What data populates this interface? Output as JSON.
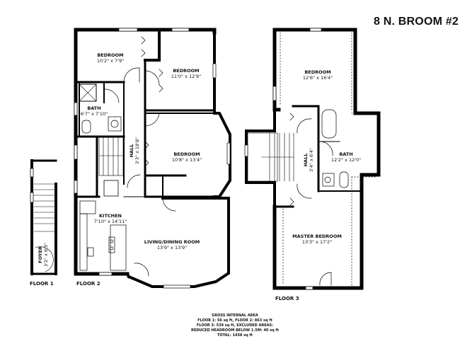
{
  "header": {
    "title": "8 N. BROOM #2"
  },
  "floors": [
    {
      "label": "FLOOR 1",
      "rooms": [
        {
          "name": "FOYER",
          "dimensions": "3'2\" x 6'3\""
        }
      ]
    },
    {
      "label": "FLOOR 2",
      "rooms": [
        {
          "name": "BEDROOM",
          "dimensions": "10'2\" x 7'9\""
        },
        {
          "name": "BEDROOM",
          "dimensions": "11'0\" x 12'9\""
        },
        {
          "name": "BATH",
          "dimensions": "6'7\" x 7'10\""
        },
        {
          "name": "HALL",
          "dimensions": "3'3\" x 18'8\""
        },
        {
          "name": "BEDROOM",
          "dimensions": "10'8\" x 13'4\""
        },
        {
          "name": "KITCHEN",
          "dimensions": "7'10\" x 14'11\""
        },
        {
          "name": "LIVING/DINING ROOM",
          "dimensions": "13'9\" x 13'9\""
        }
      ]
    },
    {
      "label": "FLOOR 3",
      "rooms": [
        {
          "name": "BEDROOM",
          "dimensions": "12'6\" x 16'4\""
        },
        {
          "name": "HALL",
          "dimensions": "3'4\" x 6'4\""
        },
        {
          "name": "BATH",
          "dimensions": "12'2\" x 12'0\""
        },
        {
          "name": "MASTER BEDROOM",
          "dimensions": "13'3\" x 17'2\""
        }
      ]
    }
  ],
  "area_summary": {
    "heading": "GROSS INTERNAL AREA",
    "line1": "FLOOR 1: 56 sq ft, FLOOR 2: 863 sq ft",
    "line2": "FLOOR 3: 539 sq ft, EXCLUDED AREAS:",
    "line3": "REDUCED HEADROOM BELOW 1.5M: 40 sq ft",
    "line4": "TOTAL: 1458 sq ft"
  },
  "colors": {
    "wall": "#000000",
    "background": "#ffffff",
    "text": "#111111"
  }
}
